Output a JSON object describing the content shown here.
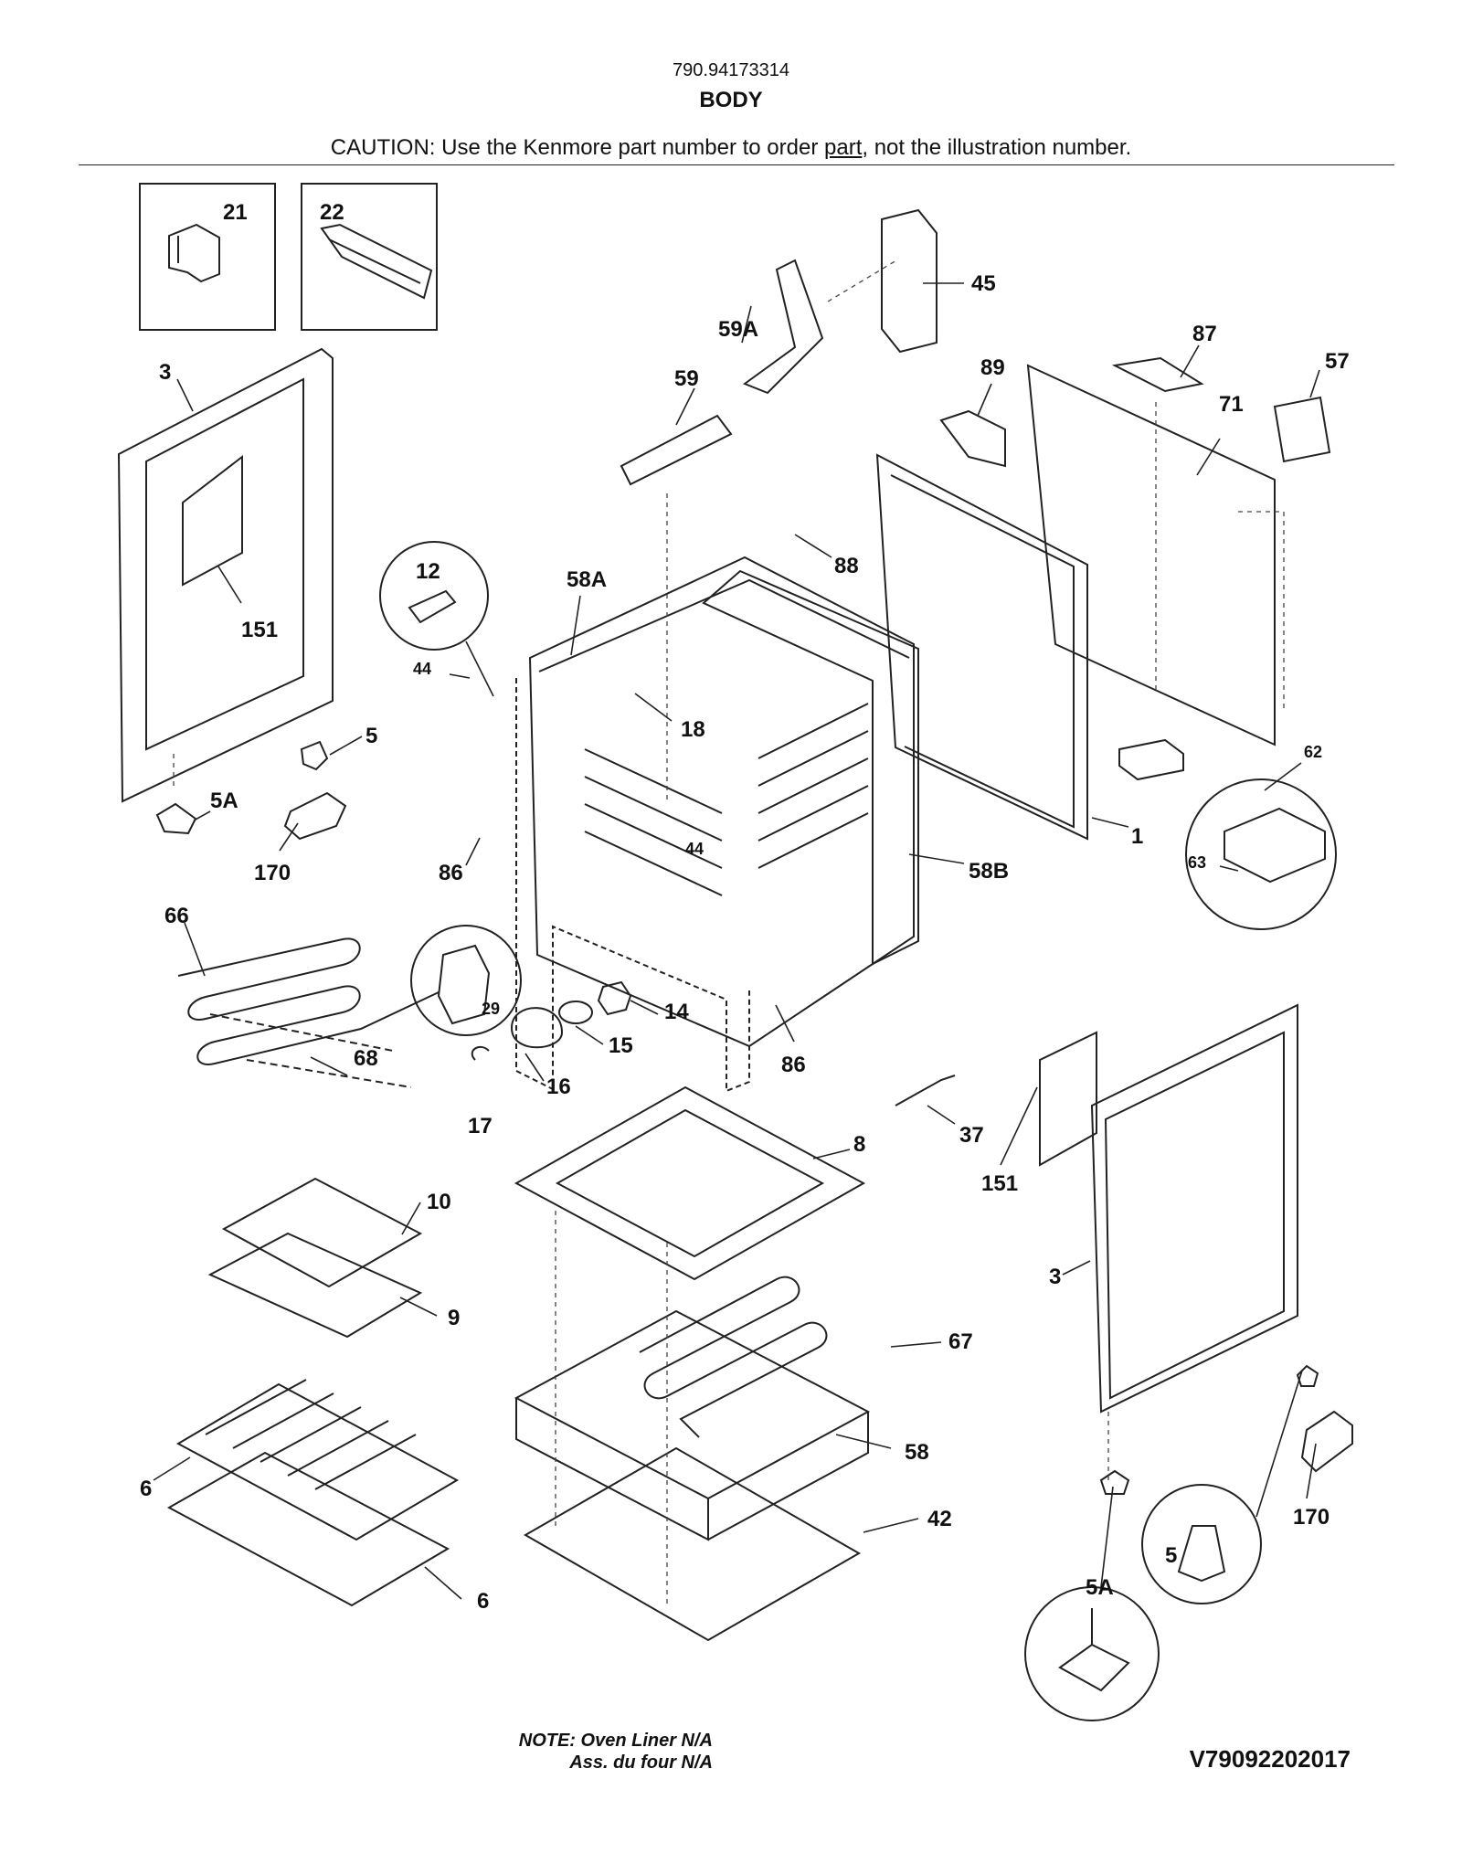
{
  "header": {
    "model_number": "790.94173314",
    "section_title": "BODY",
    "caution_prefix": "CAUTION: Use the Kenmore part number to order ",
    "caution_link": "part",
    "caution_suffix": ", not the illustration number."
  },
  "part_labels": [
    "21",
    "22",
    "3",
    "151",
    "5",
    "5A",
    "170",
    "12",
    "44",
    "58A",
    "18",
    "86",
    "66",
    "29",
    "14",
    "15",
    "16",
    "17",
    "68",
    "59A",
    "59",
    "45",
    "87",
    "57",
    "89",
    "71",
    "88",
    "62",
    "1",
    "63",
    "58B",
    "86",
    "37",
    "151",
    "8",
    "10",
    "9",
    "3",
    "67",
    "58",
    "6",
    "6",
    "42",
    "170",
    "5",
    "5A",
    "44"
  ],
  "footer": {
    "note_line1": "NOTE: Oven Liner N/A",
    "note_line2": "Ass. du four N/A",
    "diagram_code": "V79092202017"
  }
}
